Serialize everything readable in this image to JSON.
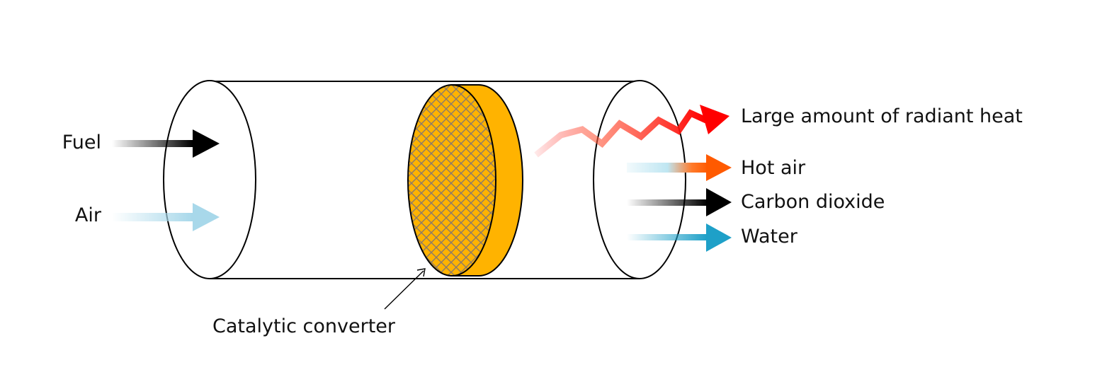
{
  "labels": {
    "fuel": "Fuel",
    "air": "Air",
    "catalytic_converter": "Catalytic converter",
    "radiant_heat": "Large amount of radiant heat",
    "hot_air": "Hot air",
    "carbon_dioxide": "Carbon dioxide",
    "water": "Water"
  },
  "colors": {
    "fuel_arrow": "#000000",
    "air_arrow": "#a8d8ea",
    "converter_fill": "#ffb300",
    "converter_mesh": "#8a7a6a",
    "heat_arrow": "#ff0000",
    "hot_air_arrow": "#ff5a00",
    "carbon_dioxide_arrow": "#000000",
    "water_arrow": "#1ea0c8",
    "outline": "#000000"
  }
}
